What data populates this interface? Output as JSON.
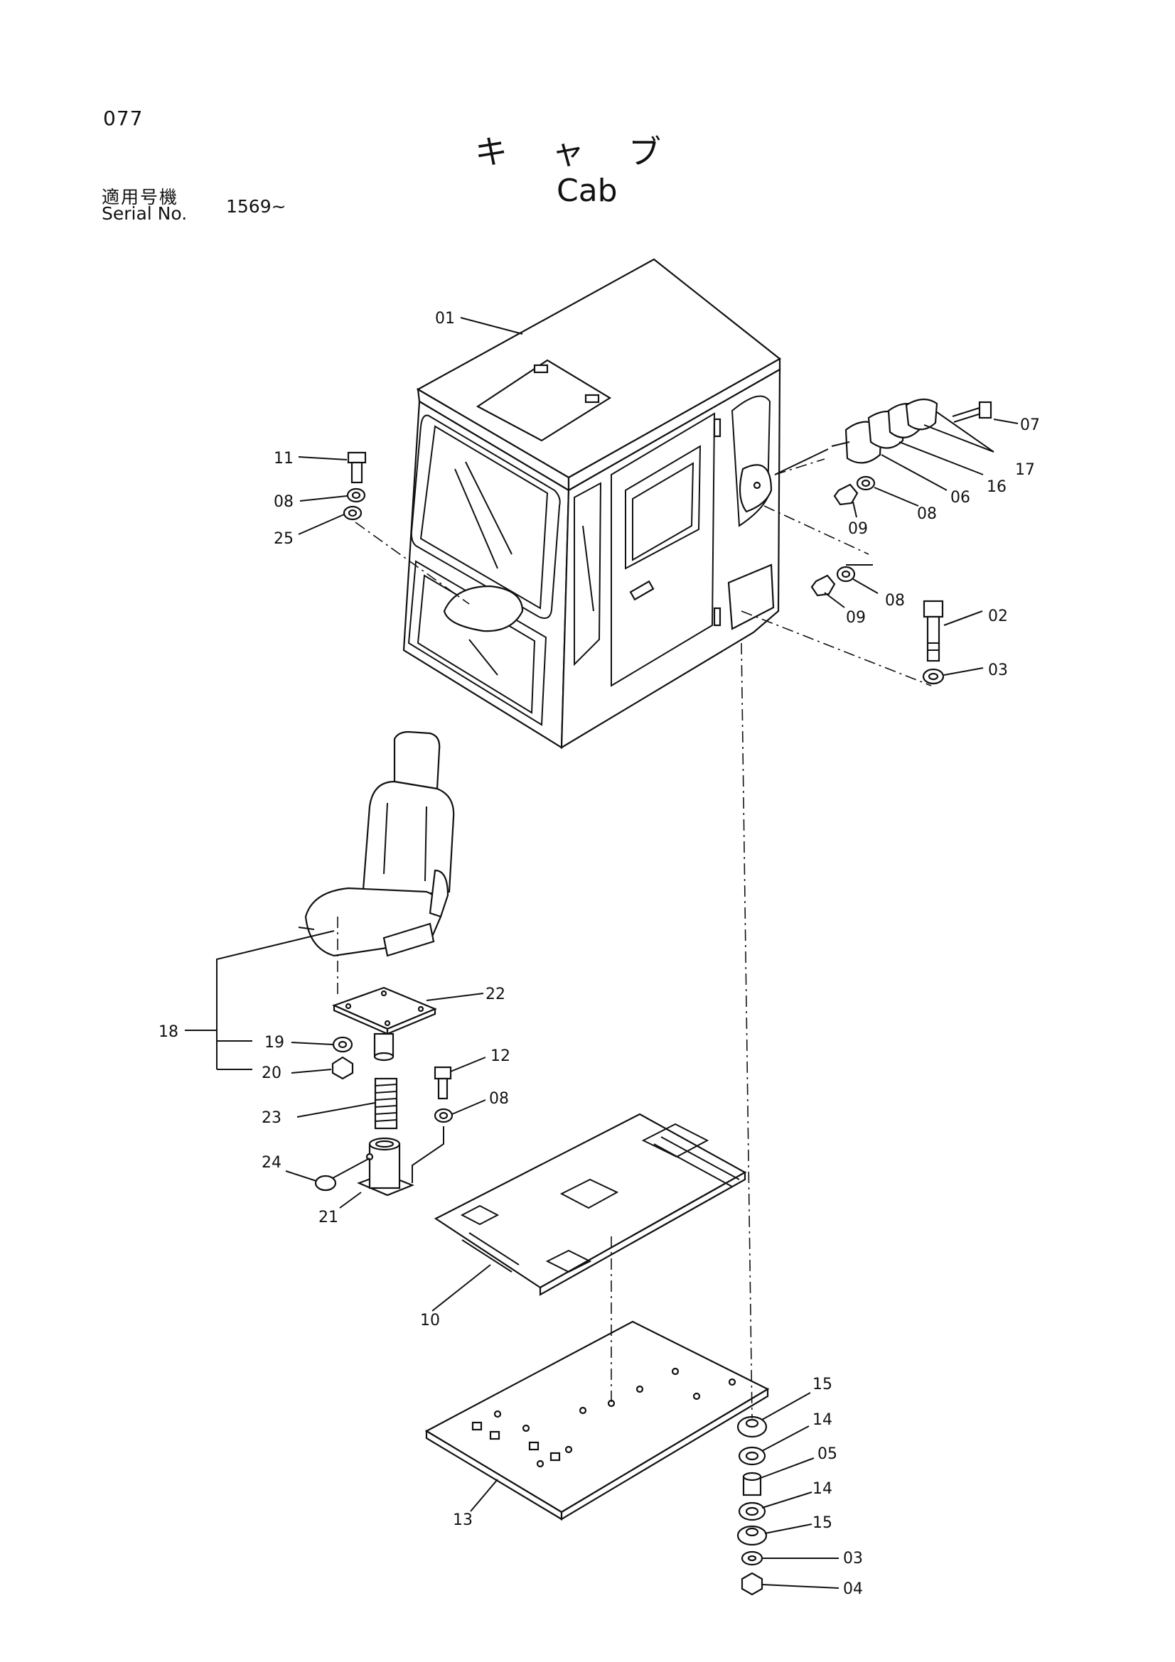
{
  "header": {
    "page_number": "077",
    "title_jp": "キャブ",
    "title_en": "Cab",
    "serial_label_jp": "適用号機",
    "serial_label_en": "Serial No.",
    "serial_value": "1569~"
  },
  "callouts": [
    {
      "id": "c01",
      "label": "01"
    },
    {
      "id": "c02",
      "label": "02"
    },
    {
      "id": "c03a",
      "label": "03"
    },
    {
      "id": "c03b",
      "label": "03"
    },
    {
      "id": "c04",
      "label": "04"
    },
    {
      "id": "c05",
      "label": "05"
    },
    {
      "id": "c06",
      "label": "06"
    },
    {
      "id": "c07",
      "label": "07"
    },
    {
      "id": "c08a",
      "label": "08"
    },
    {
      "id": "c08b",
      "label": "08"
    },
    {
      "id": "c08c",
      "label": "08"
    },
    {
      "id": "c08d",
      "label": "08"
    },
    {
      "id": "c09a",
      "label": "09"
    },
    {
      "id": "c09b",
      "label": "09"
    },
    {
      "id": "c10",
      "label": "10"
    },
    {
      "id": "c11",
      "label": "11"
    },
    {
      "id": "c12",
      "label": "12"
    },
    {
      "id": "c13",
      "label": "13"
    },
    {
      "id": "c14a",
      "label": "14"
    },
    {
      "id": "c14b",
      "label": "14"
    },
    {
      "id": "c15a",
      "label": "15"
    },
    {
      "id": "c15b",
      "label": "15"
    },
    {
      "id": "c16",
      "label": "16"
    },
    {
      "id": "c17",
      "label": "17"
    },
    {
      "id": "c18",
      "label": "18"
    },
    {
      "id": "c19",
      "label": "19"
    },
    {
      "id": "c20",
      "label": "20"
    },
    {
      "id": "c21",
      "label": "21"
    },
    {
      "id": "c22",
      "label": "22"
    },
    {
      "id": "c23",
      "label": "23"
    },
    {
      "id": "c24",
      "label": "24"
    },
    {
      "id": "c25",
      "label": "25"
    }
  ]
}
